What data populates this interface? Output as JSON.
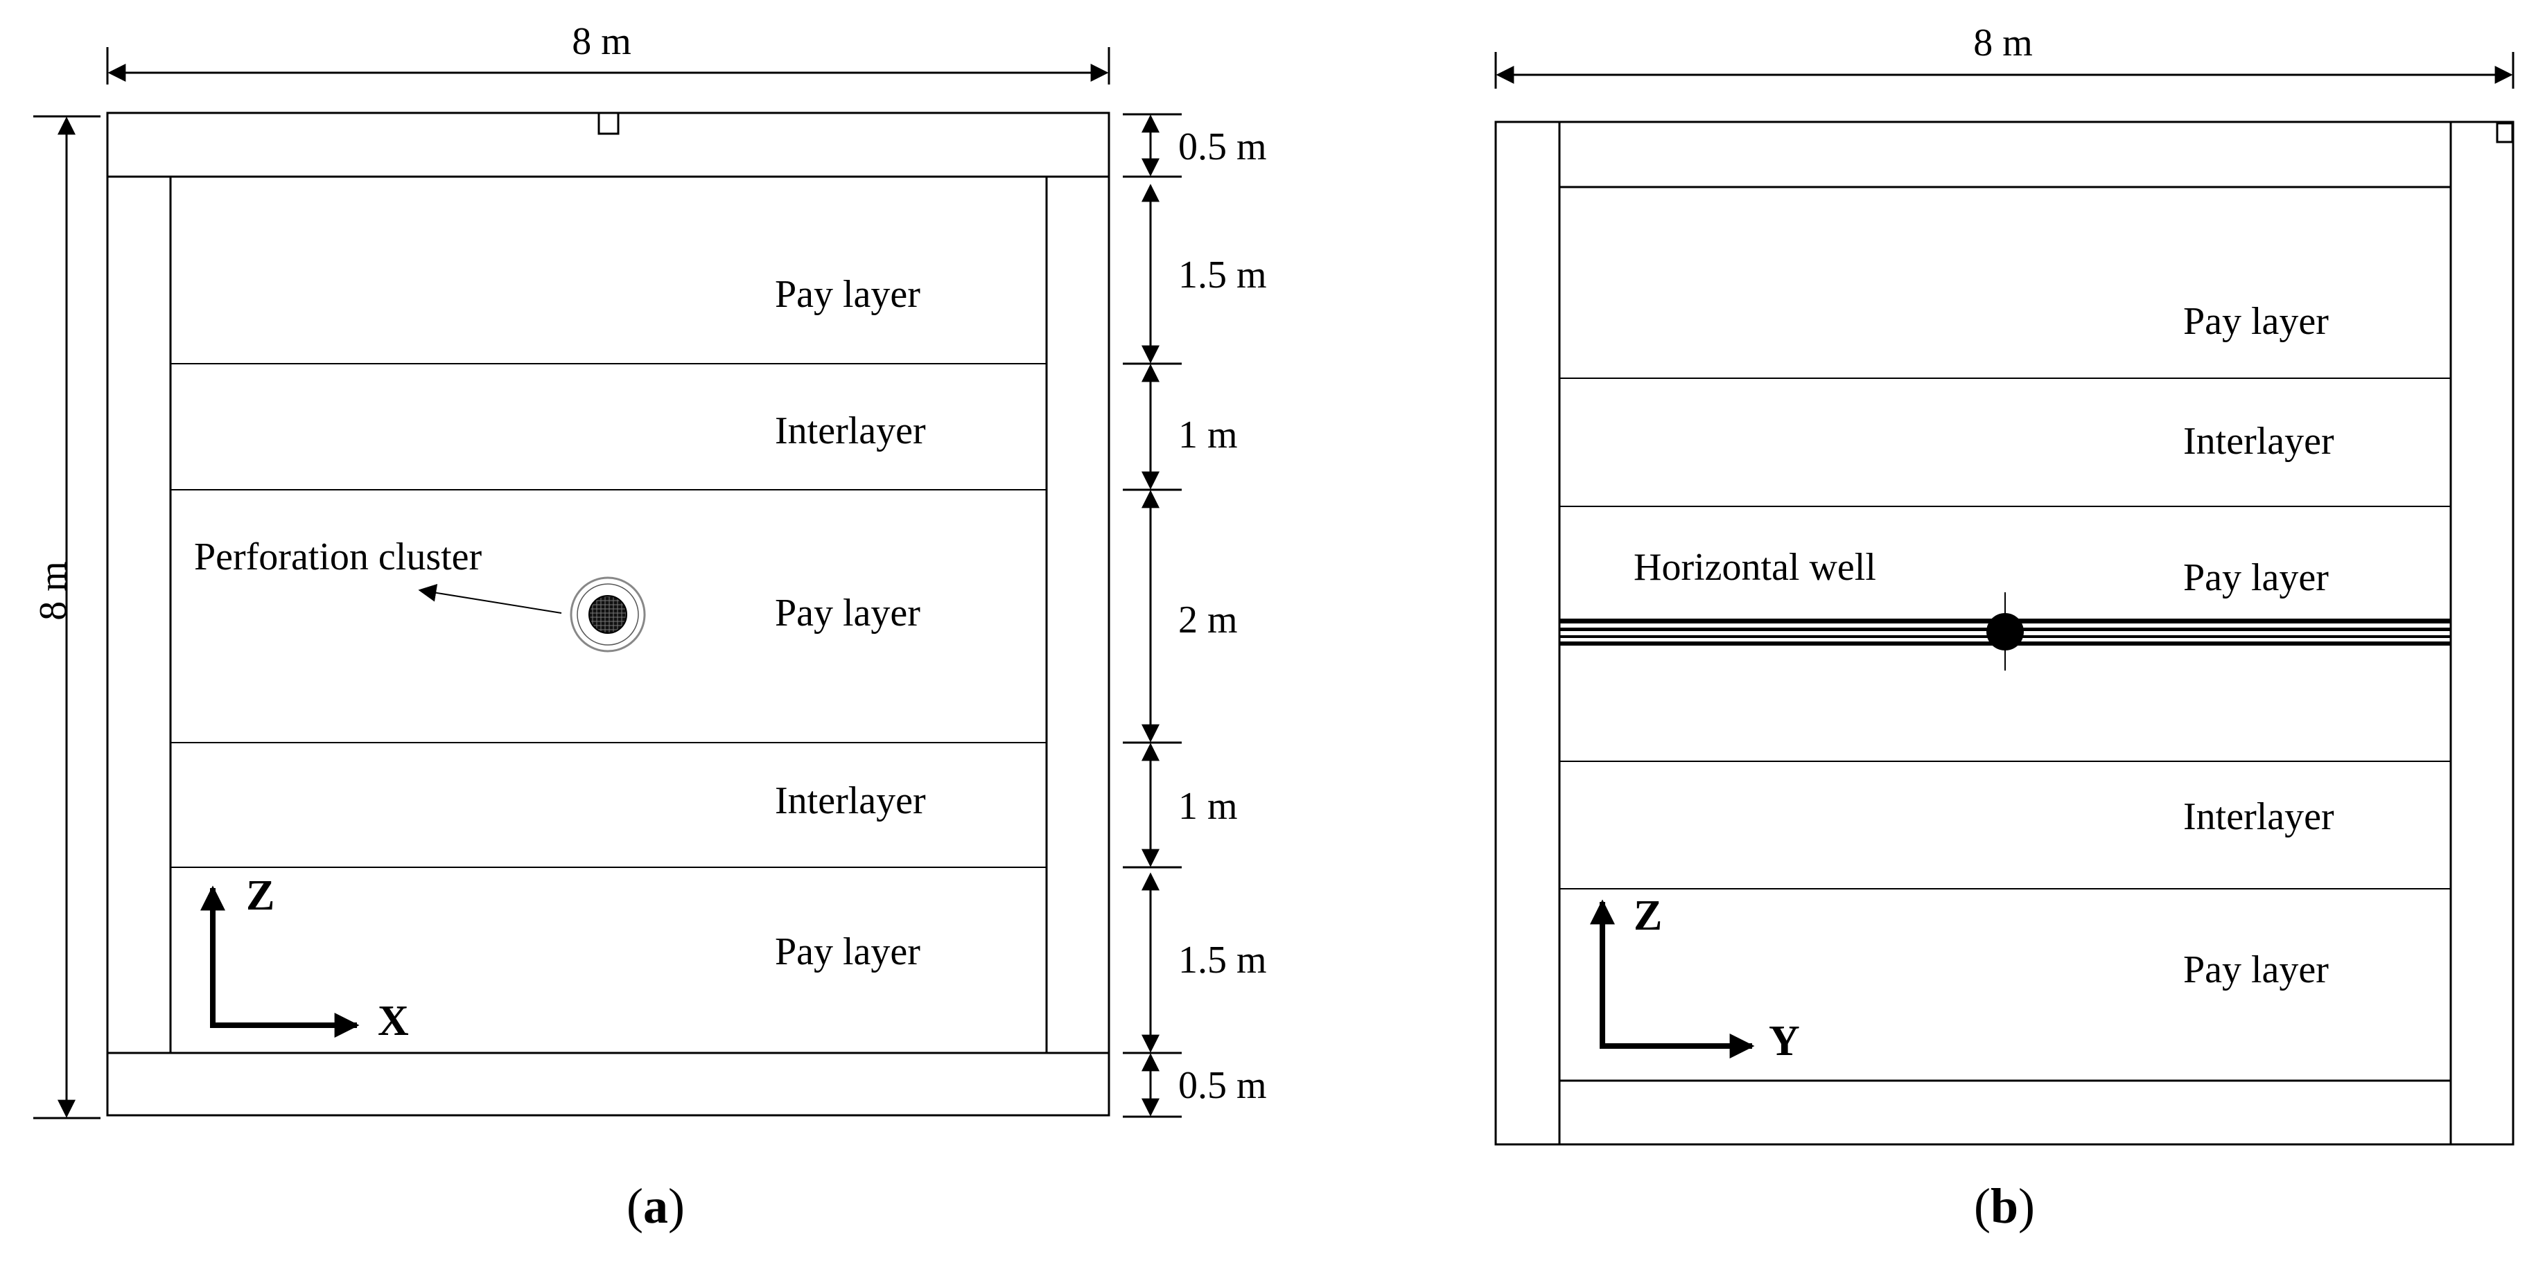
{
  "panel_a": {
    "width_label": "8 m",
    "height_label": "8 m",
    "dims": [
      "0.5 m",
      "1.5 m",
      "1 m",
      "2 m",
      "1 m",
      "1.5 m",
      "0.5 m"
    ],
    "layers": [
      "Pay layer",
      "Interlayer",
      "Pay layer",
      "Interlayer",
      "Pay layer"
    ],
    "perforation_label": "Perforation cluster",
    "axis_z": "Z",
    "axis_x": "X",
    "caption_open": "(",
    "caption_letter": "a",
    "caption_close": ")"
  },
  "panel_b": {
    "width_label": "8 m",
    "layers": [
      "Pay layer",
      "Interlayer",
      "Pay layer",
      "Interlayer",
      "Pay layer"
    ],
    "well_label": "Horizontal well",
    "axis_z": "Z",
    "axis_y": "Y",
    "caption_open": "(",
    "caption_letter": "b",
    "caption_close": ")"
  }
}
